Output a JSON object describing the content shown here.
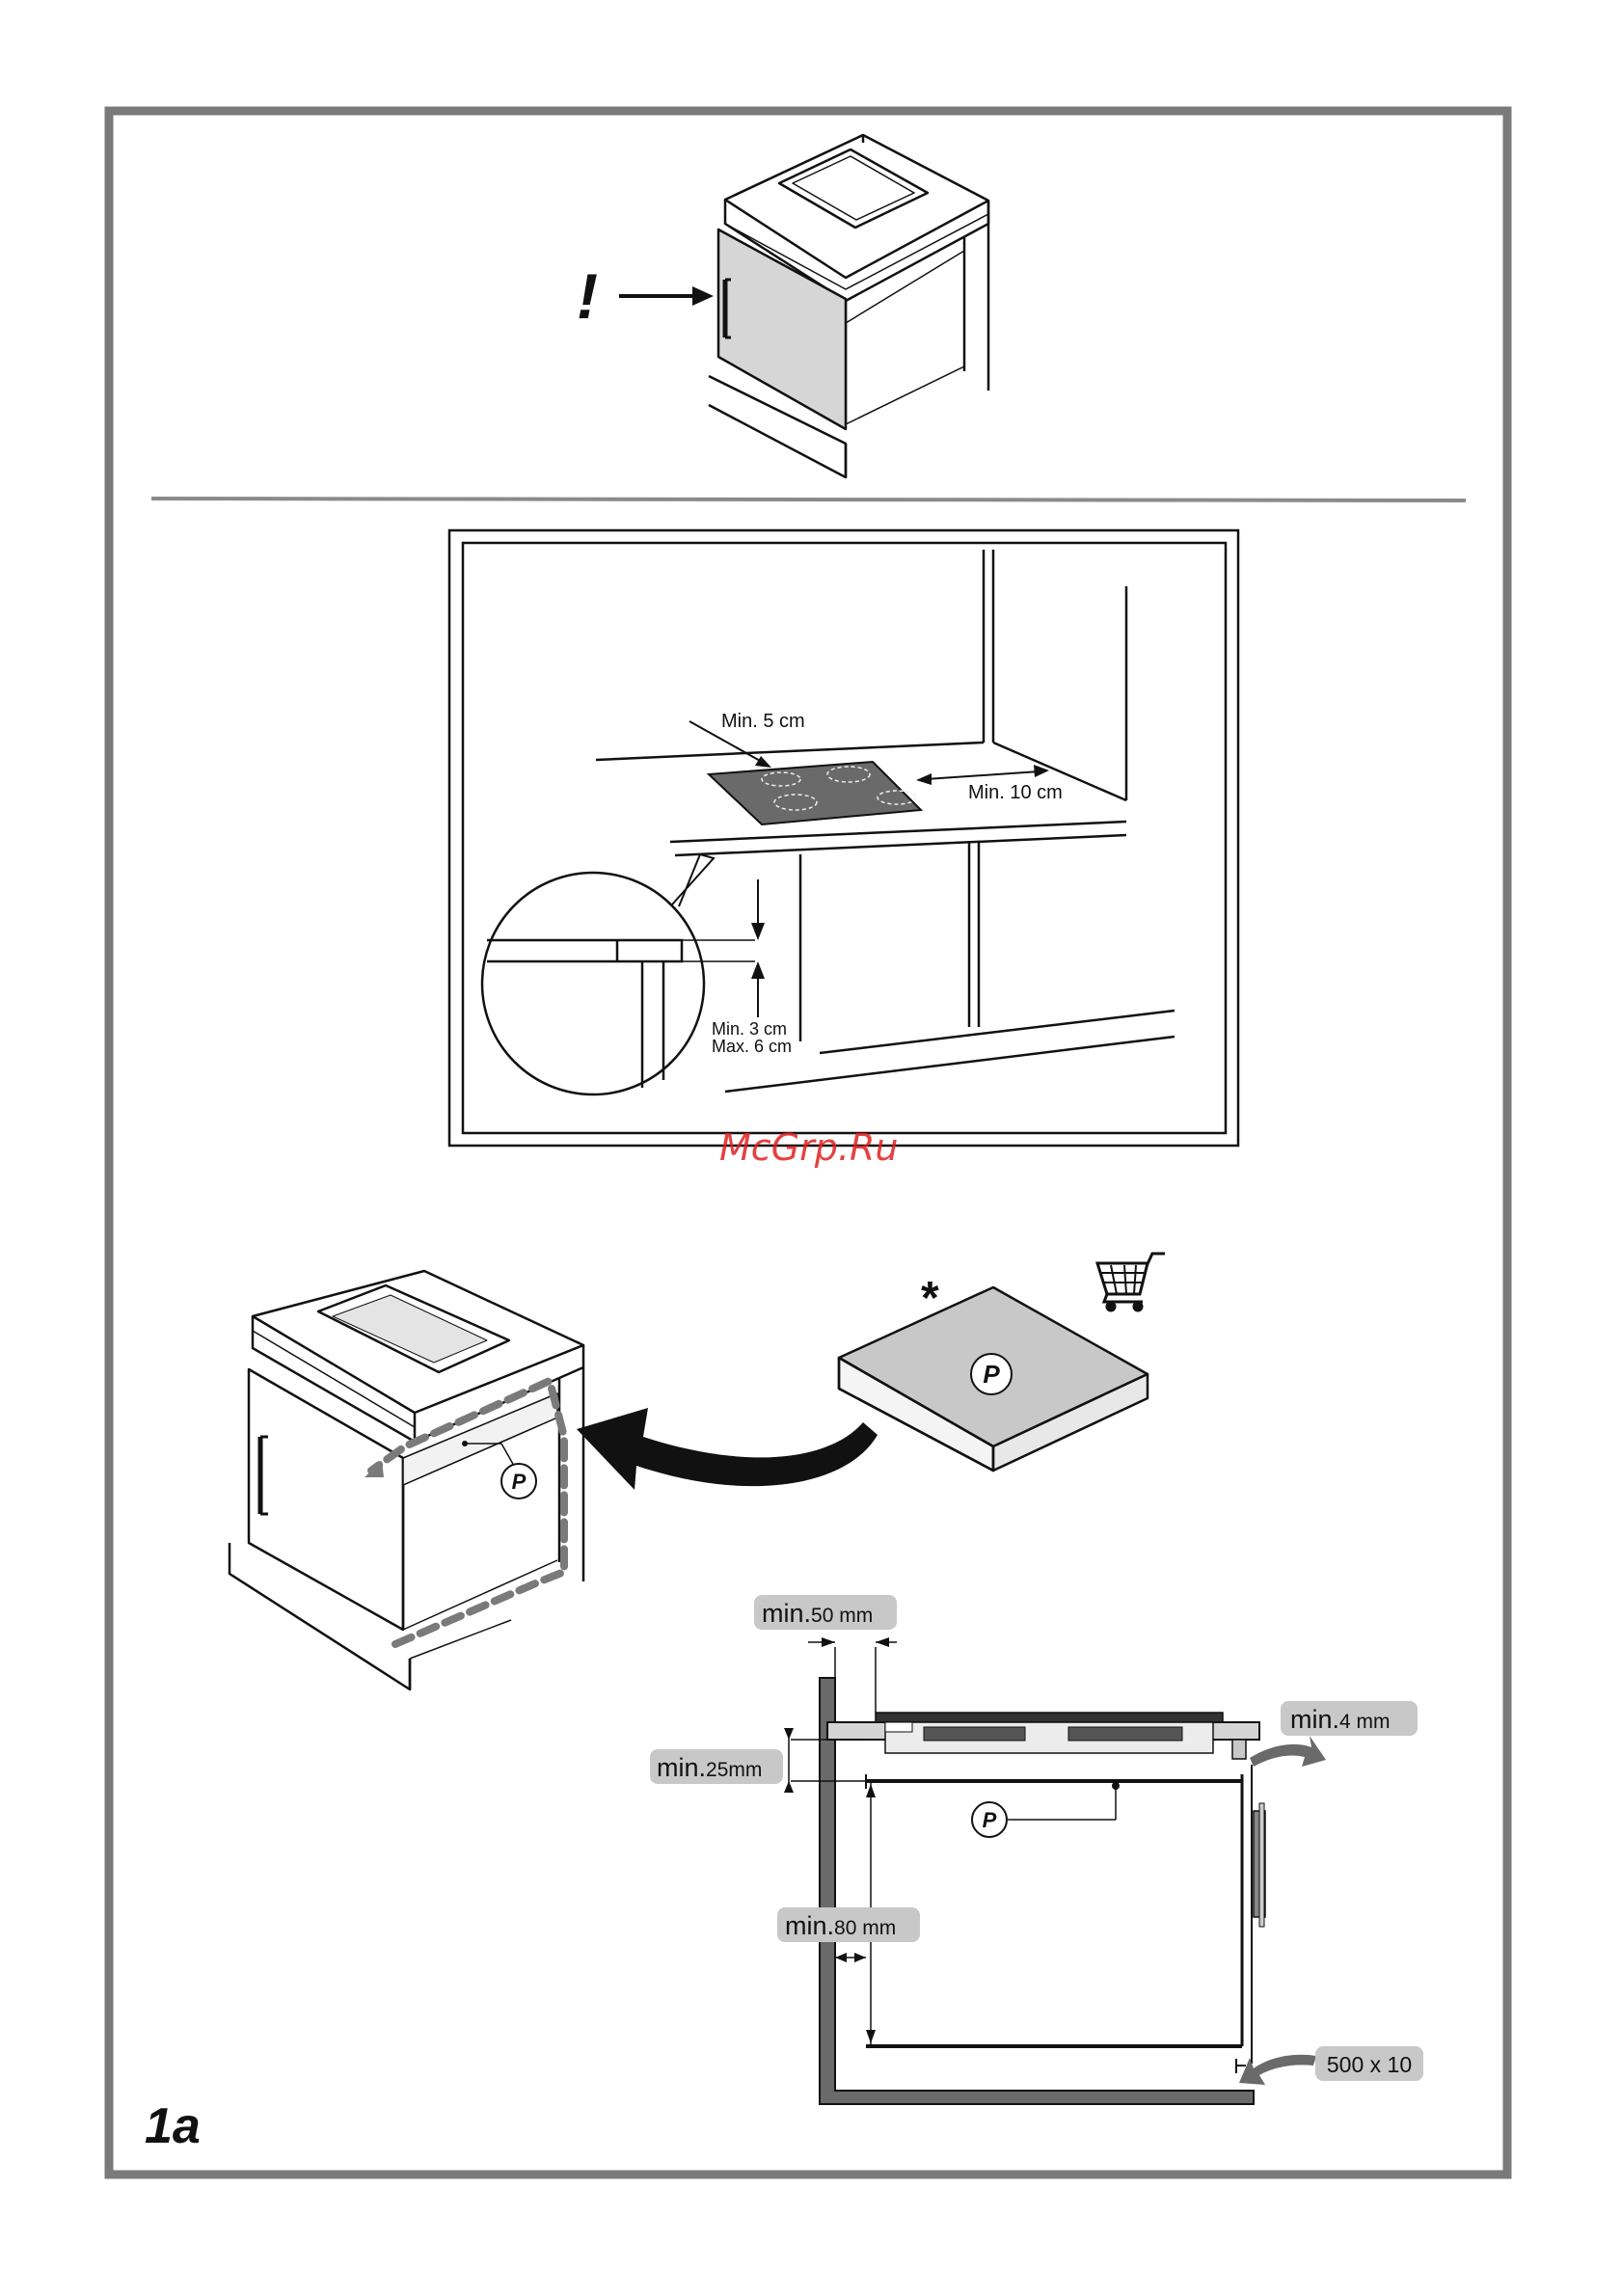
{
  "warning_mark": "!",
  "section2": {
    "min_5cm": "Min. 5 cm",
    "min_10cm": "Min. 10 cm",
    "min_3cm": "Min. 3 cm",
    "max_6cm": "Max. 6 cm"
  },
  "watermark": "McGrp.Ru",
  "section3": {
    "asterisk": "*",
    "panel_symbol": "P",
    "cart_icon": "shopping-cart-icon",
    "min_50mm": {
      "min": "min.",
      "value": "50 mm"
    },
    "min_4mm": {
      "min": "min.",
      "value": "4 mm"
    },
    "min_25mm": {
      "min": "min.",
      "value": "25mm"
    },
    "min_80mm": {
      "min": "min.",
      "value": "80 mm"
    },
    "vent_size": "500 x 10"
  },
  "figure_number": "1a",
  "colors": {
    "frame": "#7a7a7a",
    "pill": "#c8c8c8",
    "panel": "#6a6a6a",
    "watermark": "#e02020"
  }
}
